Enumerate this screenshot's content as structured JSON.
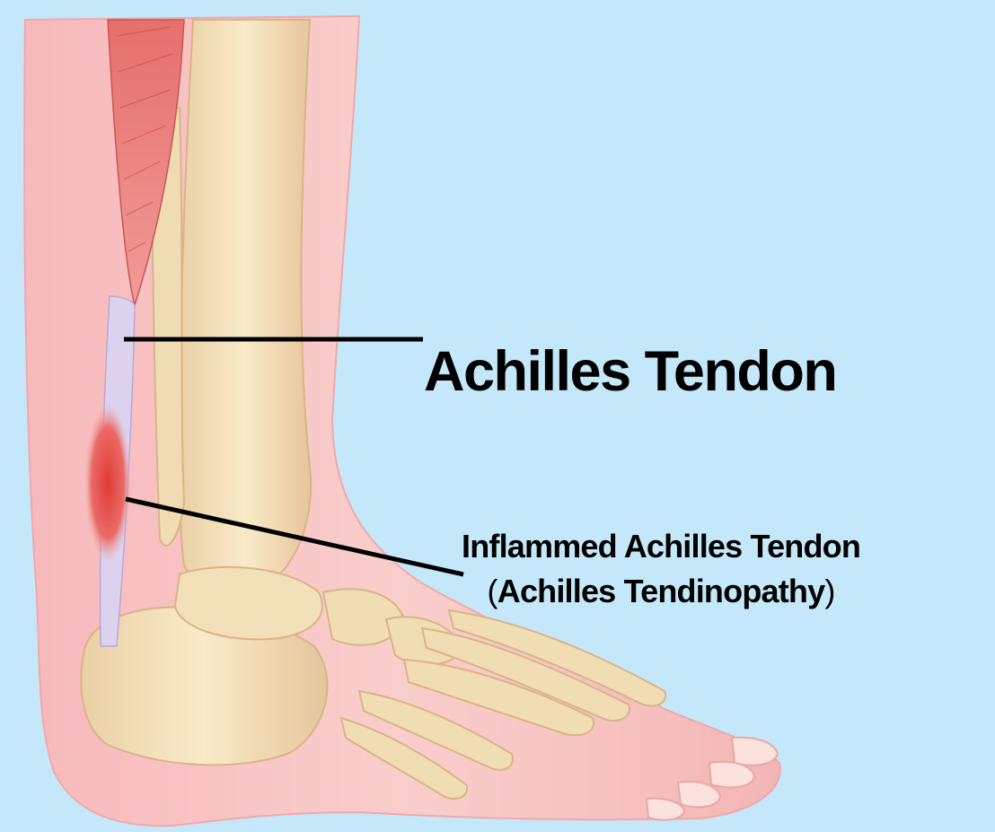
{
  "labels": {
    "achilles_tendon": "Achilles Tendon",
    "inflamed_line1": "Inflammed Achilles Tendon",
    "inflamed_line2_open": "(",
    "inflamed_line2_text": "Achilles Tendinopathy",
    "inflamed_line2_close": ")"
  },
  "colors": {
    "background": "#c4e8fa",
    "skin": "#f5c4c2",
    "bone": "#f2e1b8",
    "muscle": "#d7625f",
    "tendon": "#d9d0ea",
    "inflamed": "#e0453f",
    "leader_line": "#000000"
  }
}
